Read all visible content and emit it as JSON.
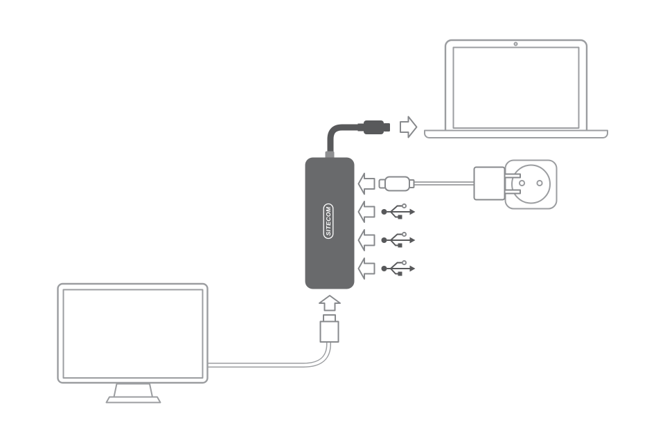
{
  "diagram": {
    "description": "USB-C hub connection diagram",
    "usb_port_count": 3
  },
  "hub": {
    "brand_label": "SITECOM"
  },
  "colors": {
    "dark": "#58595b",
    "hub_fill": "#696a6c",
    "strain_relief": "#8e8f91",
    "outline": "#87898c",
    "light_outline": "#9b9da0",
    "background": "#ffffff"
  },
  "icons": {
    "laptop": "laptop-icon",
    "monitor": "monitor-icon",
    "power_socket": "power-socket-icon",
    "power_plug": "power-plug-icon",
    "usb_c_connector": "usb-c-connector-icon",
    "hdmi_connector": "hdmi-connector-icon",
    "usb_port": "usb-trident-icon",
    "arrow_right": "arrow-right-icon",
    "arrow_left": "arrow-left-icon",
    "arrow_up": "arrow-up-icon"
  }
}
